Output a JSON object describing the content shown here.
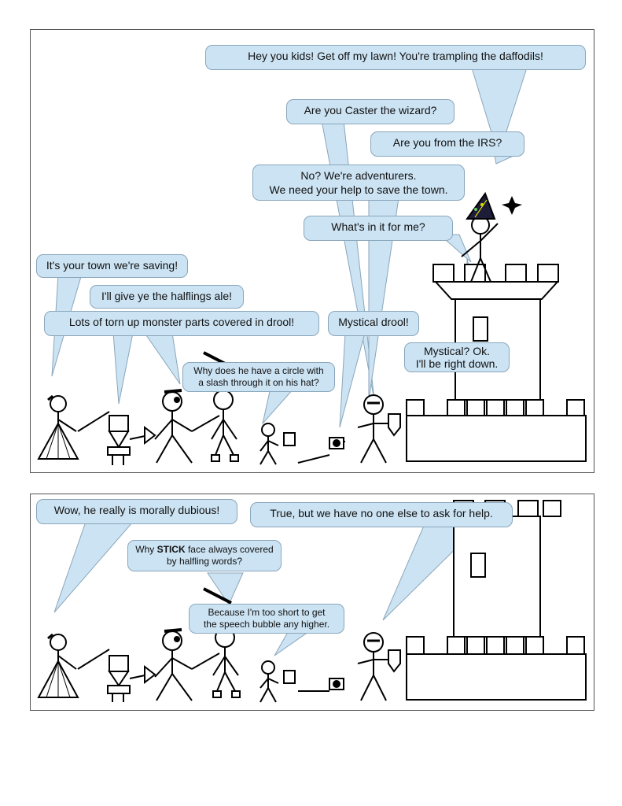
{
  "panel1": {
    "bubbles": {
      "wizard_lawn": "Hey you kids!  Get off my lawn!  You're trampling the daffodils!",
      "caster_question": "Are you Caster the wizard?",
      "irs_question": "Are you from the IRS?",
      "adventurers_1": "No?  We're adventurers.",
      "adventurers_2": "We need your help to save the town.",
      "whats_in_it": "What's in it for me?",
      "your_town": "It's your town we're saving!",
      "halflings_ale": "I'll give ye the halflings ale!",
      "monster_parts": "Lots of torn up monster parts covered in drool!",
      "mystical_drool": "Mystical drool!",
      "mystical_ok_1": "Mystical?  Ok.",
      "mystical_ok_2": "I'll be right down.",
      "circle_slash_1": "Why does he have a circle with",
      "circle_slash_2": "a slash through it on his hat?"
    }
  },
  "panel2": {
    "bubbles": {
      "morally_dubious": "Wow, he really is morally dubious!",
      "no_one_else": "True, but we have no one else to ask for help.",
      "stick_face_pre": "Why ",
      "stick_face_bold": "STICK",
      "stick_face_post": " face always covered",
      "stick_face_2": "by halfling words?",
      "too_short_1": "Because I'm too short to get",
      "too_short_2": "the speech bubble any higher."
    }
  },
  "colors": {
    "bubble_fill": "#cce3f3",
    "bubble_border": "#8aa6bb",
    "ink": "#000000"
  }
}
